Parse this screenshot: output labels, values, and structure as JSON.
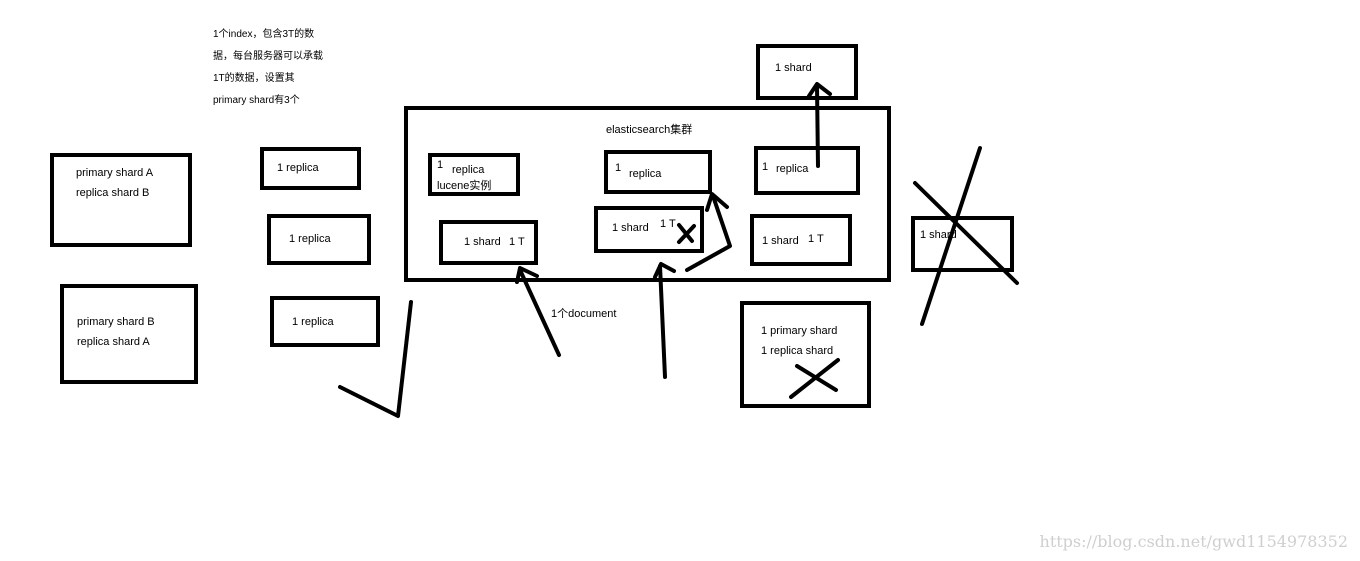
{
  "note_lines": [
    "1个index，包含3T的数",
    "据，每台服务器可以承载",
    "1T的数据，设置其",
    "primary shard有3个"
  ],
  "left_boxes": [
    {
      "line1": "primary shard A",
      "line2": "replica shard B"
    },
    {
      "line1": "primary shard B",
      "line2": "replica shard A"
    }
  ],
  "replica_label": "1 replica",
  "cluster_title": "elasticsearch集群",
  "cluster": {
    "replica_lucene": {
      "num": "1",
      "replica": "replica",
      "lucene": "lucene实例"
    },
    "replica_mid": {
      "num": "1",
      "replica": "replica"
    },
    "replica_right": {
      "num": "1",
      "replica": "replica"
    },
    "shard_left": {
      "shard": "1 shard",
      "size": "1 T"
    },
    "shard_mid": {
      "shard": "1 shard",
      "size": "1 T"
    },
    "shard_right": {
      "shard": "1 shard",
      "size": "1 T"
    }
  },
  "top_shard": "1 shard",
  "crossed_shard": "1 shard",
  "document_label": "1个document",
  "bottom_right_box": {
    "line1": "1 primary shard",
    "line2": "1 replica shard"
  },
  "watermark": "https://blog.csdn.net/gwd1154978352"
}
